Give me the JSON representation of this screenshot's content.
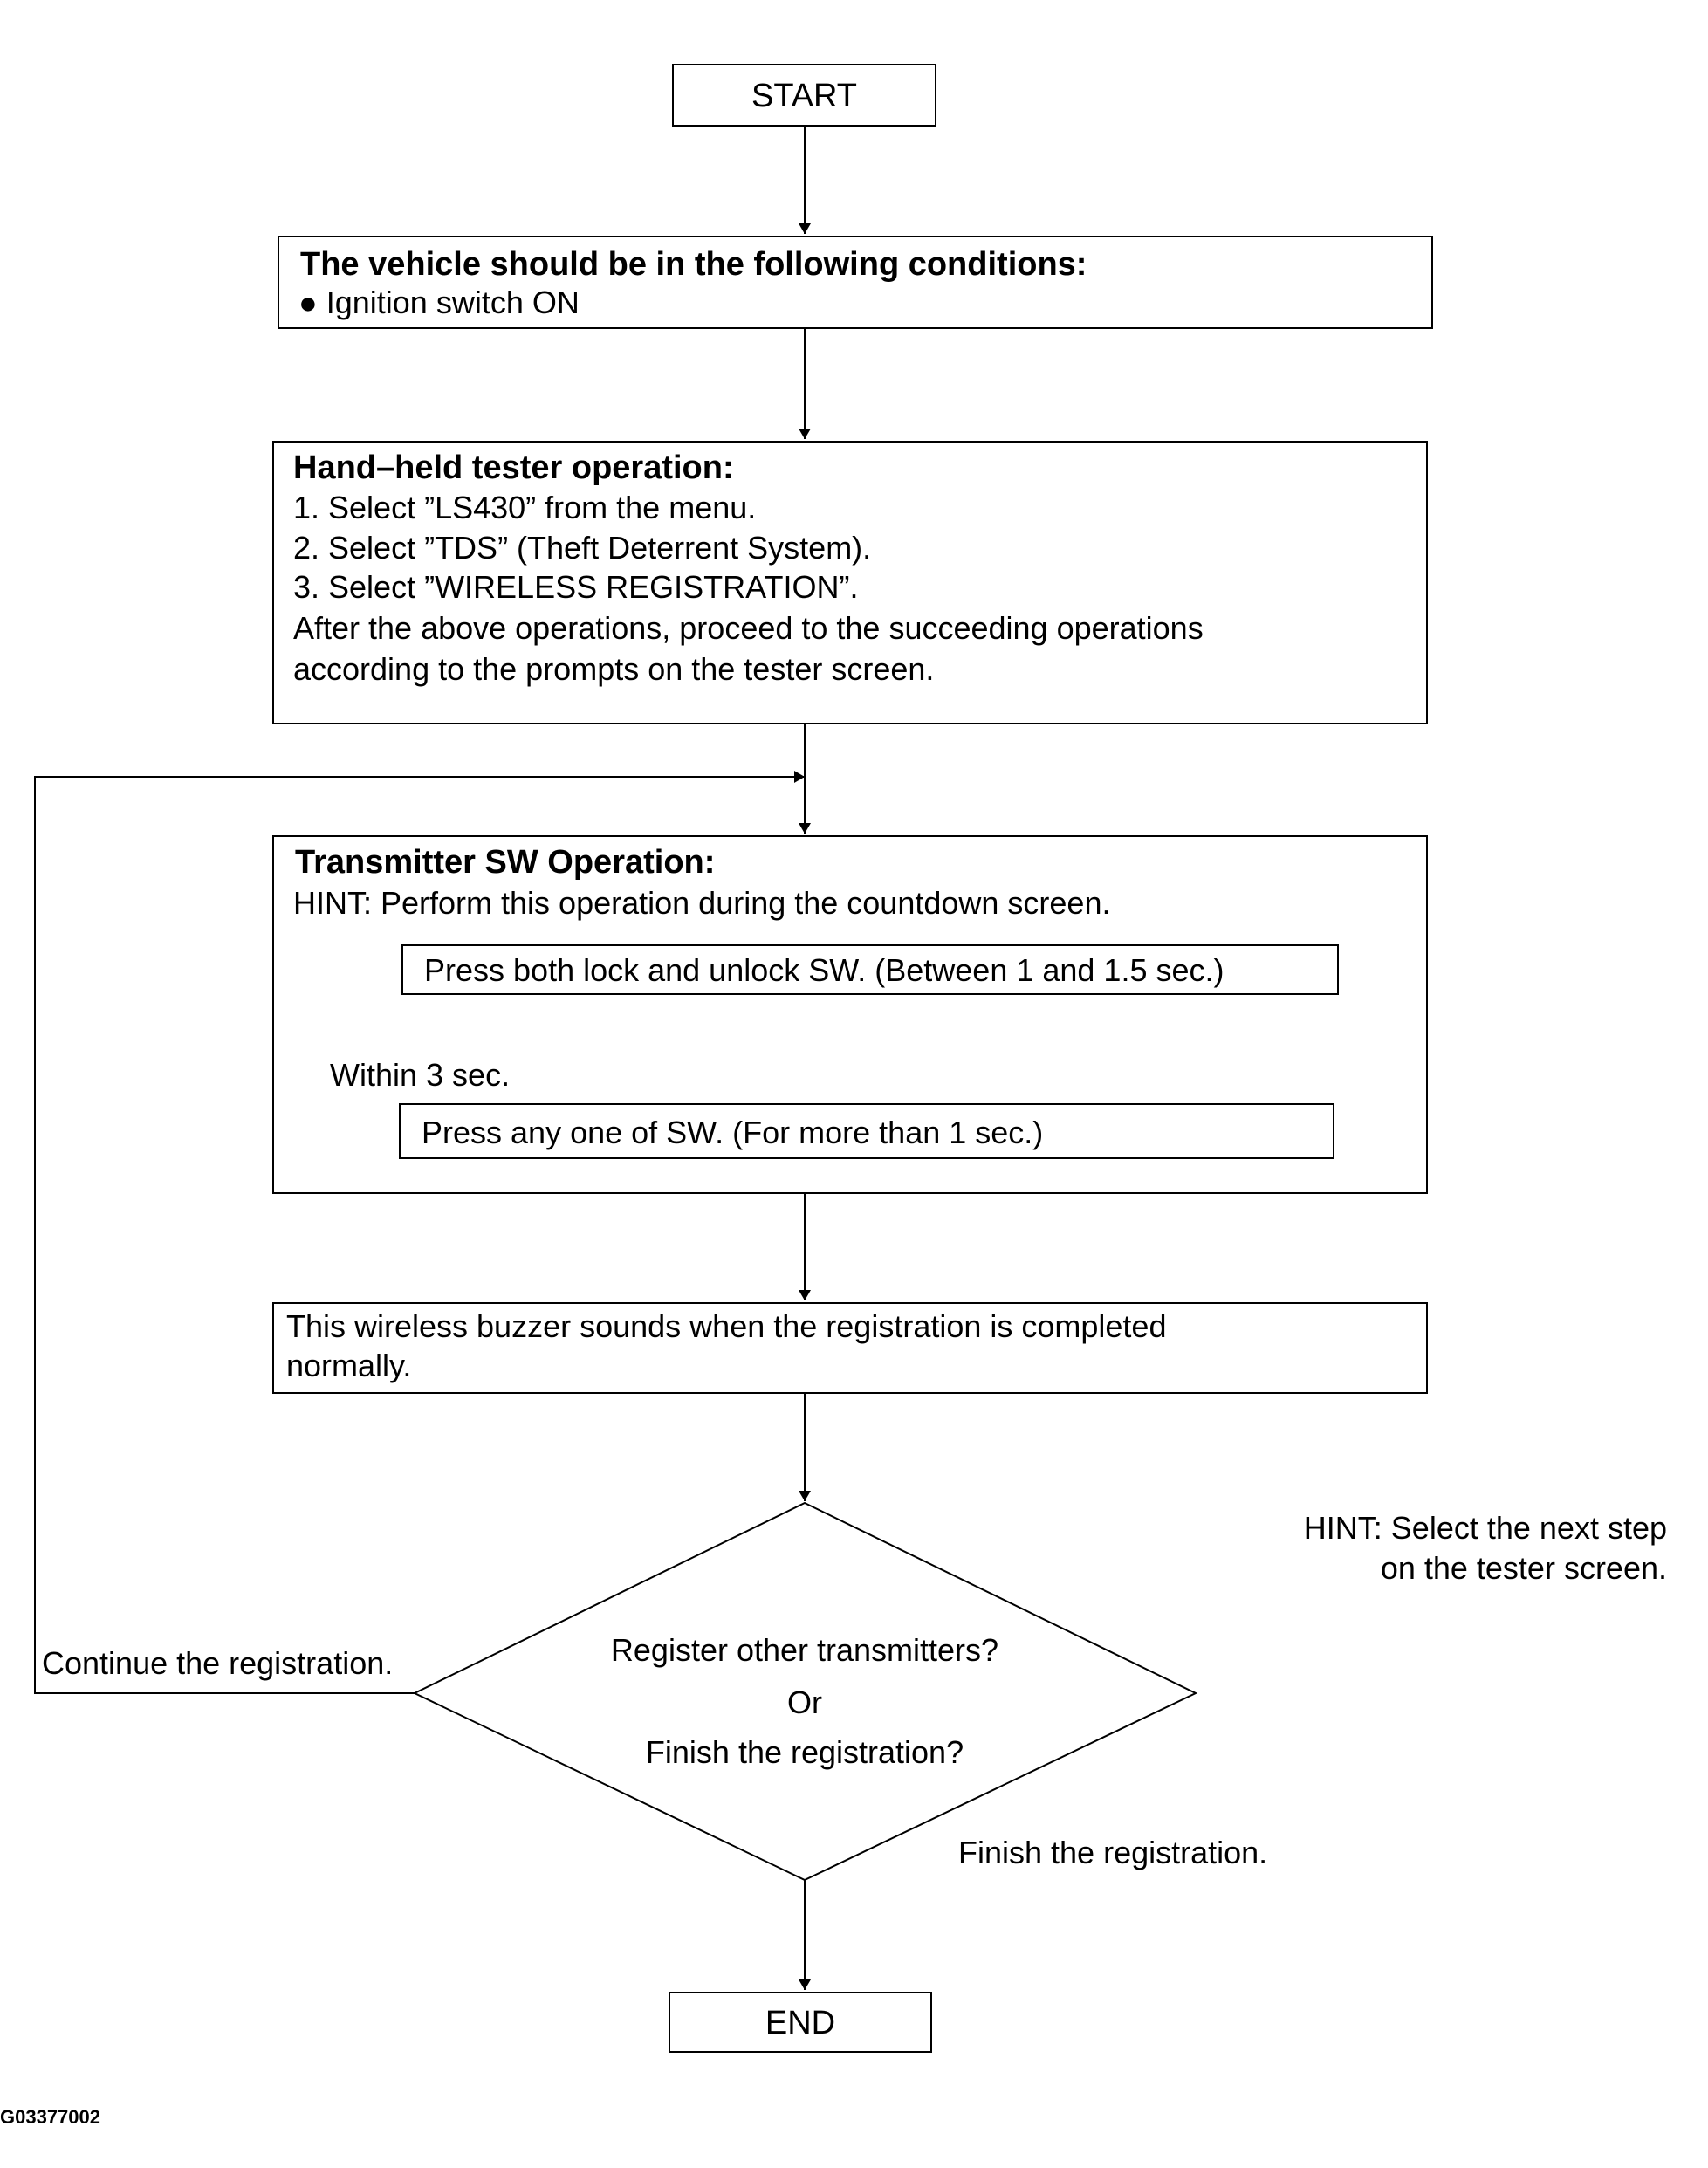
{
  "start": "START",
  "end": "END",
  "conditions": {
    "title": "The vehicle should be in the following conditions:",
    "item": "● Ignition switch ON"
  },
  "tester": {
    "title": "Hand–held tester operation:",
    "lines": [
      "1. Select ”LS430” from the menu.",
      "2. Select ”TDS” (Theft Deterrent System).",
      "3. Select ”WIRELESS REGISTRATION”.",
      "After the above operations, proceed to the succeeding operations",
      "according to the prompts on the tester screen."
    ]
  },
  "transmitter": {
    "title": "Transmitter SW Operation:",
    "hint": "HINT: Perform this operation during the countdown screen.",
    "step1": "Press both lock and unlock SW. (Between 1 and 1.5 sec.)",
    "step2": "Press any one of SW. (For more than 1 sec.)",
    "interval": "Within 3 sec."
  },
  "buzzer": {
    "lines": [
      "This wireless buzzer sounds when the registration is completed",
      "normally."
    ]
  },
  "decision": {
    "lines": [
      "Register other transmitters?",
      "Or",
      "Finish the registration?"
    ],
    "left_label": "Continue the registration.",
    "bottom_label": "Finish the registration."
  },
  "side_hint": {
    "lines": [
      "HINT: Select the next step",
      "on the tester screen."
    ]
  },
  "figure_code": "G03377002"
}
